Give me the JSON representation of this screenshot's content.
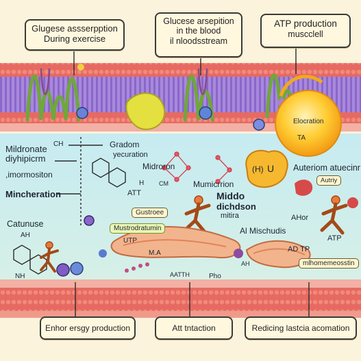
{
  "callouts": {
    "top_left": {
      "line1": "Glugese assserpption",
      "line2": "During exercise"
    },
    "top_middle": {
      "line1": "Glucese arsepition",
      "line2": "in the blood",
      "line3": "il nloodsstream"
    },
    "top_right": {
      "line1": "ATP production",
      "line2": "muscclell"
    },
    "bottom_left": "Enhor ersgy production",
    "bottom_middle": "Att tntaction",
    "bottom_right": "Redicing lastcia acomation"
  },
  "labels": {
    "mildronate_line1": "Mildronate",
    "mildronate_line2": "diyhipicrm",
    "imormositon": ",imormositon",
    "mincheration": "Mincheration",
    "catunuse": "Catunuse",
    "ah_left": "AH",
    "nh": "NH",
    "ch": "CH",
    "gradom": "Gradom",
    "yecuration": "yecuration",
    "midroron": "Midroron",
    "att": "ATT",
    "h_small": "H",
    "mumicrrion": "Mumicrrion",
    "middo": "Middo",
    "dichdson": "dichdson",
    "mitira": "mitira",
    "al_mischudis": "Al Mischudis",
    "ahor": "AHor",
    "adtp": "AD TP",
    "atp_right": "ATP",
    "ma": "M.A",
    "aath": "AATTH",
    "pho": "Pho",
    "utp": "UTP",
    "ah_mid": "AH",
    "ta": "TA",
    "auteriom": "Auteriom atuecinr",
    "h_bubble": "(H)",
    "u_bubble": "U",
    "cm": "CM"
  },
  "tags": {
    "gustrose": "Gustroee",
    "mustrodratumin": "Mustrodratumin",
    "autriy": "Autriy",
    "mlhomemeosstin": "mlhomemeosstin",
    "elocration": "Elocration"
  },
  "colors": {
    "membrane_red": "#e0605c",
    "membrane_purple": "#9a7bd0",
    "cytoplasm": "#bfe6ec",
    "sun": "#f7b51a",
    "callout_bg": "#fff8df"
  }
}
